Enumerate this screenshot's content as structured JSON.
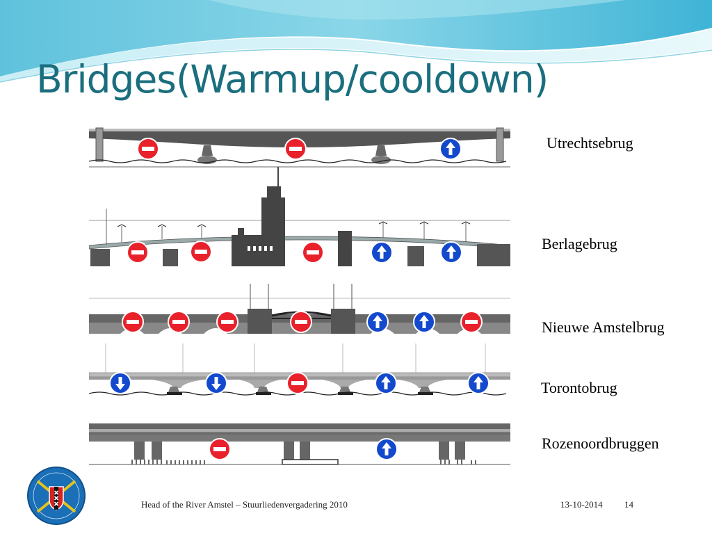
{
  "slide": {
    "title": "Bridges(Warmup/cooldown)",
    "colors": {
      "title": "#1a6e7e",
      "no_entry_sign": "#e8212b",
      "direction_sign": "#1349cc",
      "bridge_gray": "#555555"
    }
  },
  "bridges": [
    {
      "label": "Utrechtsebrug",
      "signs": [
        "no-entry",
        "no-entry",
        "direction-up"
      ]
    },
    {
      "label": "Berlagebrug",
      "signs": [
        "no-entry",
        "no-entry",
        "no-entry",
        "direction-up",
        "direction-up"
      ]
    },
    {
      "label": "Nieuwe Amstelbrug",
      "signs": [
        "no-entry",
        "no-entry",
        "no-entry",
        "no-entry",
        "direction-up",
        "direction-up",
        "no-entry"
      ]
    },
    {
      "label": "Torontobrug",
      "signs": [
        "direction-down",
        "direction-down",
        "no-entry",
        "direction-up",
        "direction-up"
      ]
    },
    {
      "label": "Rozenoordbruggen",
      "signs": [
        "no-entry",
        "direction-up"
      ]
    }
  ],
  "footer": {
    "text": "Head of the River Amstel – Stuurliedenvergadering 2010",
    "date": "13-10-2014",
    "page_number": "14"
  },
  "logo": {
    "icon": "rowing-club-crest-icon"
  }
}
